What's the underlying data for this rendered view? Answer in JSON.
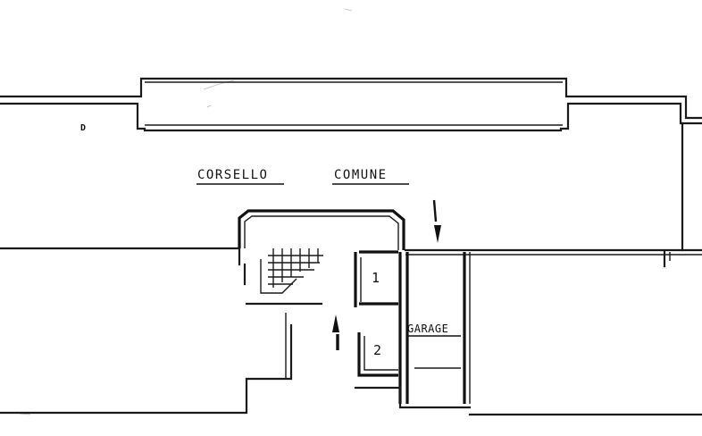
{
  "labels": {
    "corsello": "CORSELLO",
    "comune": "COMUNE",
    "room_1": "1",
    "room_2": "2",
    "garage": "GARAGE",
    "corner_mark": "D"
  },
  "colors": {
    "ink": "#1a1a1a",
    "paper": "#ffffff"
  },
  "icons": {
    "entrance_arrow_top": "arrow-down-icon",
    "entrance_arrow_bottom": "arrow-up-icon"
  }
}
